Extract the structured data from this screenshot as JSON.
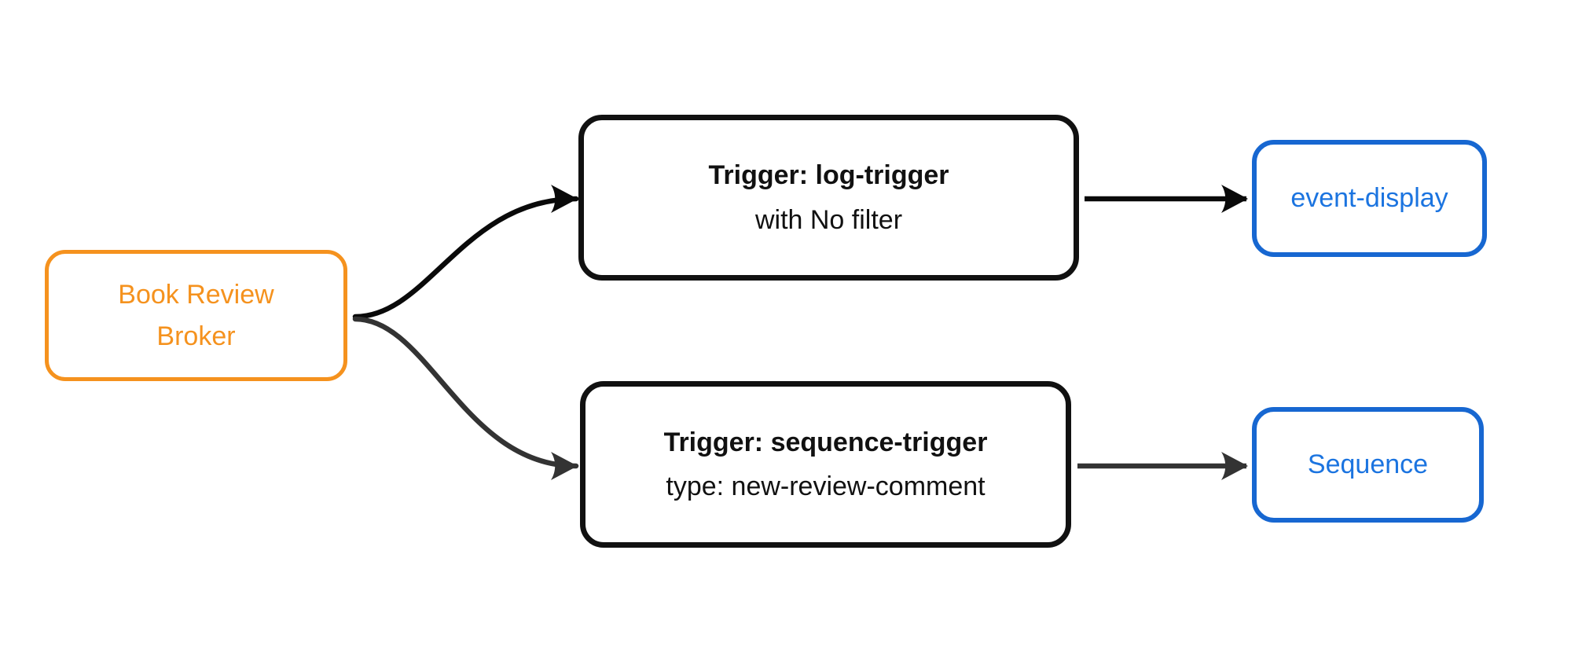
{
  "diagram": {
    "nodes": {
      "broker": {
        "lines": [
          "Book Review",
          "Broker"
        ]
      },
      "log_trigger": {
        "title": "Trigger: log-trigger",
        "subtitle": "with No filter"
      },
      "sequence_trigger": {
        "title": "Trigger: sequence-trigger",
        "subtitle": "type: new-review-comment"
      },
      "event_display": {
        "label": "event-display"
      },
      "sequence": {
        "label": "Sequence"
      }
    },
    "colors": {
      "broker_accent": "#F5921E",
      "sink_border": "#1767D1",
      "sink_text": "#1B74E0",
      "trigger_border": "#111111",
      "edge_top": "#0A0A0A",
      "edge_bottom": "#333333",
      "background": "#FFFFFF"
    }
  }
}
